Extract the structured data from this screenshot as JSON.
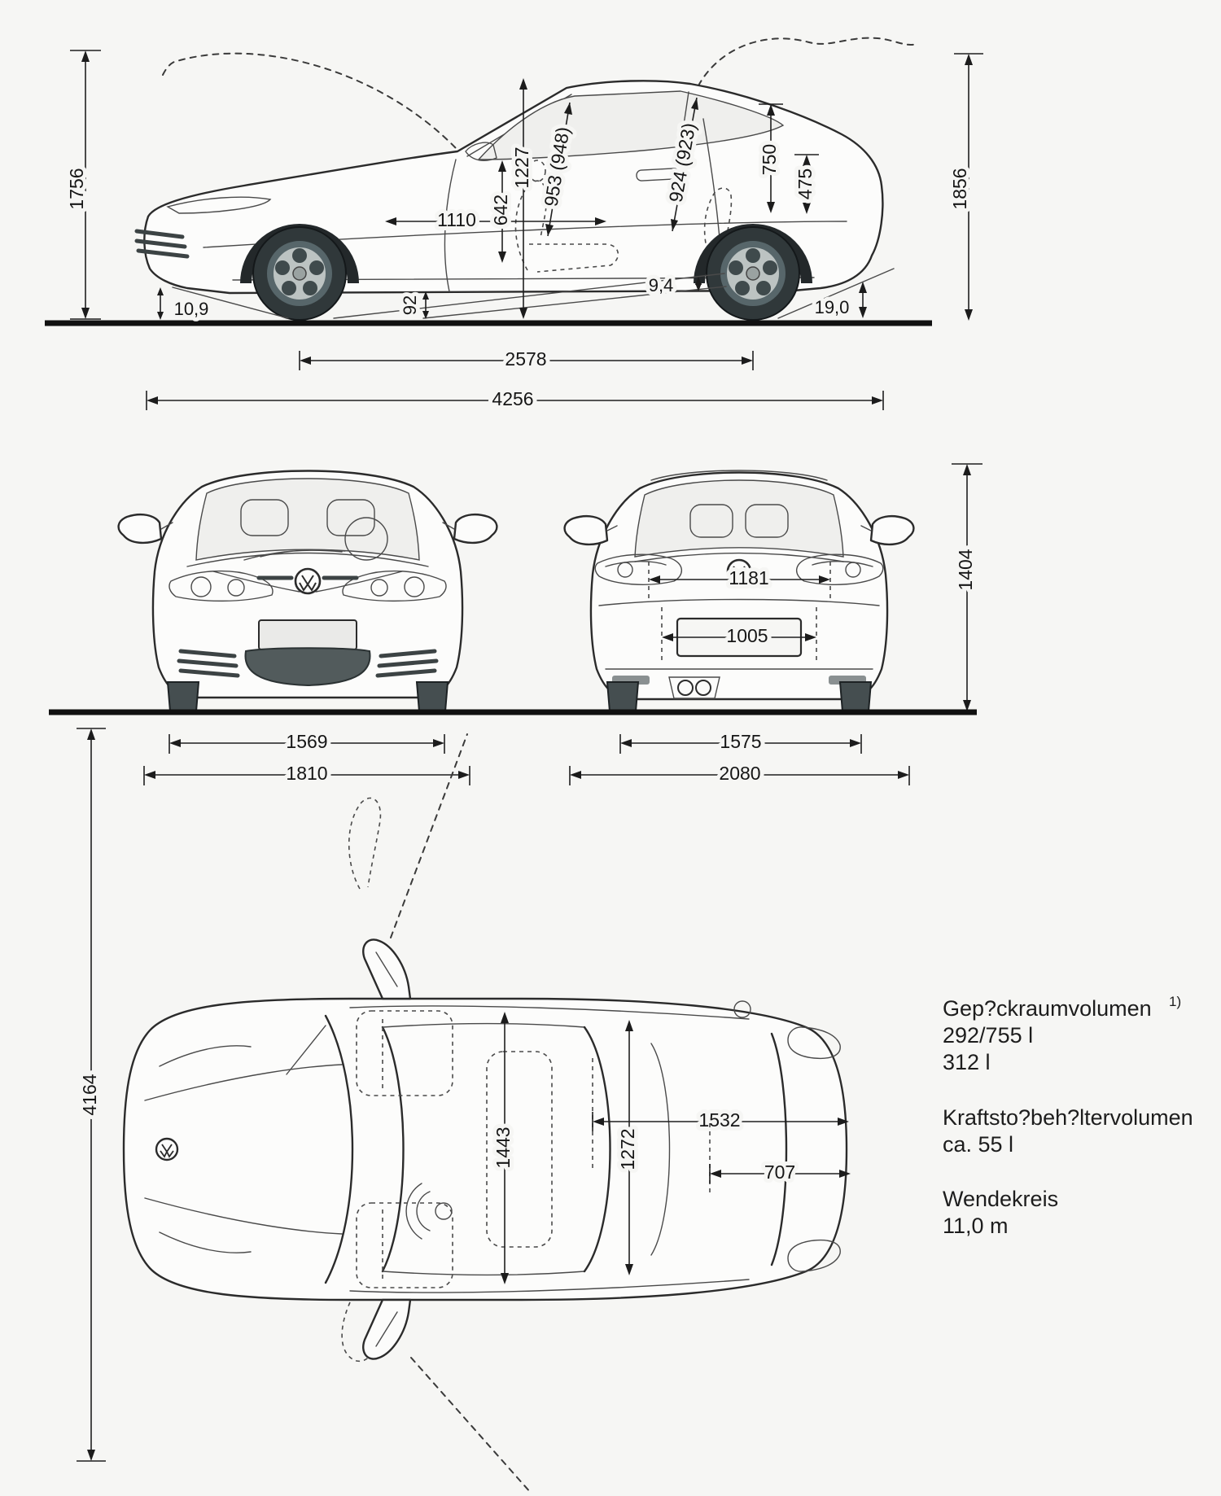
{
  "colors": {
    "paper": "#f6f6f4",
    "ink": "#2b2b2b",
    "tire_dark": "#30383a",
    "rim": "#bcc3c2",
    "wheel_slate": "#57666a",
    "mesh_dark": "#525b5c"
  },
  "side": {
    "dims": {
      "overall_height": "1756",
      "open_hatch_height": "1856",
      "front_interior_length": "1110",
      "seat_height": "642",
      "interior_height": "1227",
      "front_headroom": "953 (948)",
      "rear_headroom": "924 (923)",
      "rear_deck_height": "750",
      "load_sill": "475",
      "approach_angle": "10,9",
      "ground_clearance": "92",
      "ramp_angle": "9,4",
      "departure_angle": "19,0",
      "wheelbase": "2578",
      "overall_length": "4256"
    }
  },
  "front": {
    "dims": {
      "front_track": "1569",
      "width_no_mirrors": "1810"
    }
  },
  "rear": {
    "dims": {
      "upper_width": "1181",
      "lower_width": "1005",
      "rear_height": "1404",
      "rear_track": "1575",
      "width_with_mirrors": "2080"
    }
  },
  "top": {
    "dims": {
      "body_length": "4164",
      "front_cabin_width": "1443",
      "rear_cabin_width": "1272",
      "rear_section_length": "1532",
      "hatch_length": "707"
    }
  },
  "info": {
    "luggage_label": "Gep?ckraumvolumen",
    "luggage_footnote": "1)",
    "luggage_value_1": "292/755 l",
    "luggage_value_2": "312 l",
    "fuel_label": "Kraftsto?beh?ltervolumen",
    "fuel_value": "ca. 55 l",
    "turning_label": "Wendekreis",
    "turning_value": "11,0 m"
  }
}
